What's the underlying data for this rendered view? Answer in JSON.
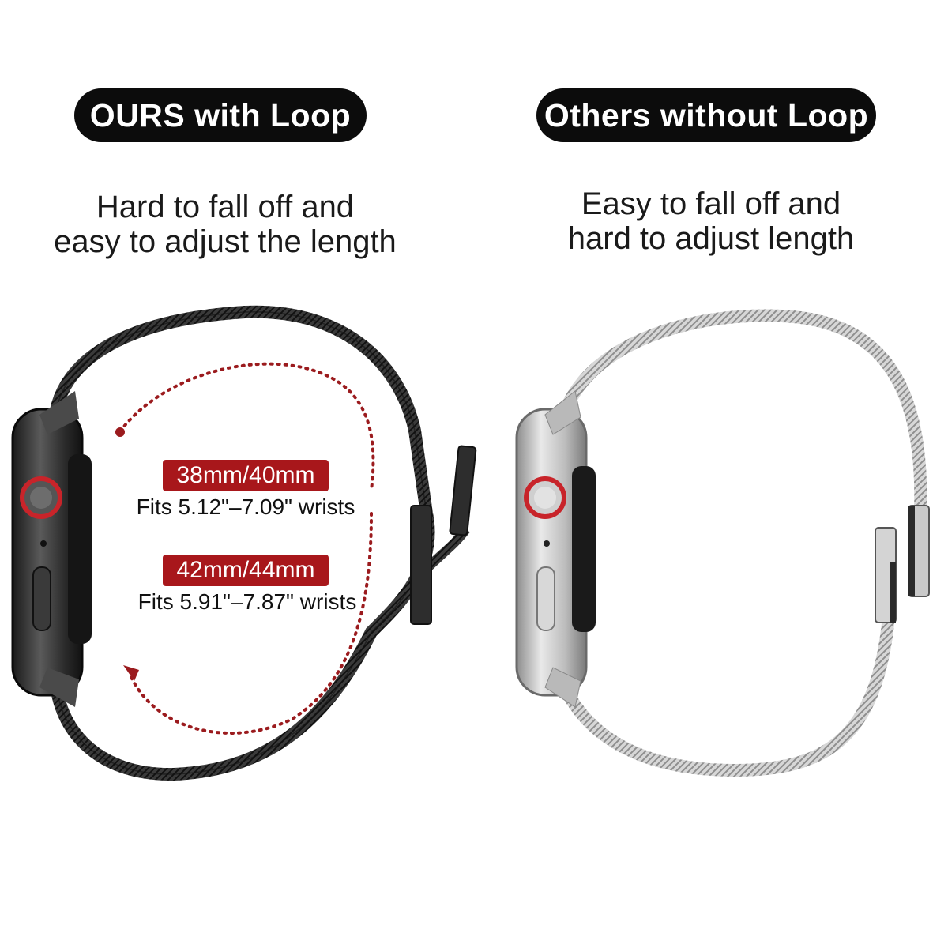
{
  "left": {
    "title": "OURS with Loop",
    "desc_line1": "Hard to fall off and",
    "desc_line2": "easy to adjust the length",
    "size_small": "38mm/40mm",
    "fit_small": "Fits 5.12\"–7.09\" wrists",
    "size_large": "42mm/44mm",
    "fit_large": "Fits 5.91\"–7.87\" wrists"
  },
  "right": {
    "title": "Others without Loop",
    "desc_line1": "Easy to fall off and",
    "desc_line2": "hard to adjust length"
  },
  "colors": {
    "pill_bg": "#0c0c0c",
    "badge_red": "#a8171b",
    "dotted_arrow": "#9b1b1e",
    "band_black": "#2a2a2a",
    "band_silver": "#b8b8b8",
    "crown_ring": "#c8242a"
  },
  "icons": {
    "left_product": "black-milanese-watch-band-with-loop",
    "right_product": "silver-milanese-watch-band-without-loop",
    "adjust_arrows": "dotted-arrow-icon"
  }
}
